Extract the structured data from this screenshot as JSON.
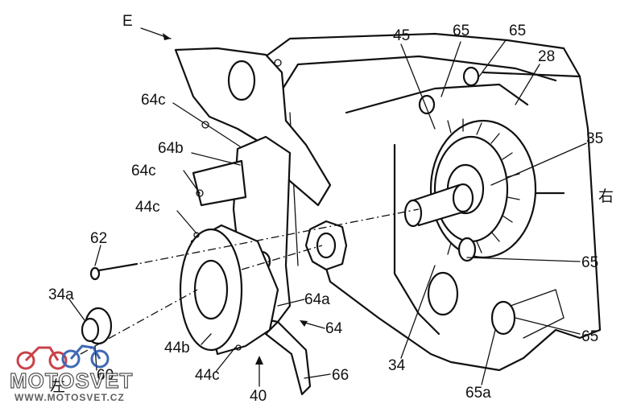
{
  "figure": {
    "view_label": "E",
    "right_label": "右",
    "left_label": "左",
    "labels": [
      "45",
      "65",
      "65",
      "28",
      "64c",
      "35",
      "64b",
      "64c",
      "44c",
      "右",
      "62",
      "65",
      "64a",
      "34a",
      "64",
      "65",
      "44b",
      "34",
      "66",
      "60",
      "44c",
      "40",
      "65a"
    ]
  },
  "watermark": {
    "brand": "MOTOSVET",
    "url": "WWW.MOTOSVET.CZ",
    "colors": {
      "red": "#c0202a",
      "blue": "#1e4fa8"
    }
  }
}
